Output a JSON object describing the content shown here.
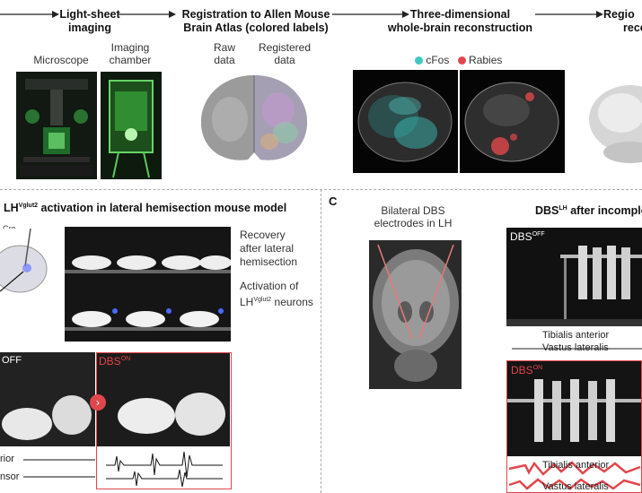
{
  "pipeline": {
    "stages": [
      {
        "line1": "Light-sheet",
        "line2": "imaging"
      },
      {
        "line1": "Registration to Allen Mouse",
        "line2": "Brain Atlas (colored labels)"
      },
      {
        "line1": "Three-dimensional",
        "line2": "whole-brain reconstruction"
      },
      {
        "line1": "Regio",
        "line2": "reco"
      }
    ],
    "microscope_label": "Microscope",
    "chamber_label_1": "Imaging",
    "chamber_label_2": "chamber",
    "raw_label_1": "Raw",
    "raw_label_2": "data",
    "registered_label_1": "Registered",
    "registered_label_2": "data",
    "legend_cfos": "cFos",
    "legend_rabies": "Rabies",
    "colors": {
      "cfos": "#3fc7c0",
      "rabies": "#e0474c"
    }
  },
  "panel_b": {
    "title_pre": "LH",
    "title_sup": "Vglut2",
    "title_post": " activation in lateral hemisection mouse model",
    "cre_label": "Cre",
    "recovery_1": "Recovery",
    "recovery_2": "after lateral",
    "recovery_3": "hemisection",
    "activation_1": "Activation of",
    "activation_2_pre": "LH",
    "activation_2_sup": "Vglut2",
    "activation_2_post": " neurons",
    "off_label": "OFF",
    "dbs_on_pre": "DBS",
    "dbs_on_sup": "ON",
    "emg_1": "rior",
    "emg_2": "nsor"
  },
  "panel_c": {
    "letter": "C",
    "electrodes_1": "Bilateral DBS",
    "electrodes_2": "electrodes in LH",
    "title_pre": "DBS",
    "title_sup": "LH",
    "title_post": " after incomple",
    "off_pre": "DBS",
    "off_sup": "OFF",
    "on_pre": "DBS",
    "on_sup": "ON",
    "tibialis": "Tibialis anterior",
    "vastus": "Vastus lateralis",
    "tibialis_2": "Tibialis anterior",
    "vastus_2": "Vastus lateralis"
  }
}
